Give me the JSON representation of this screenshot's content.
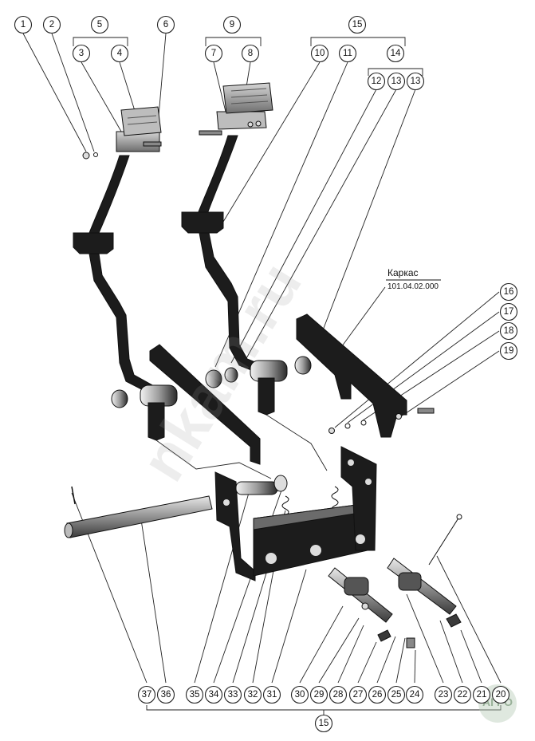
{
  "callouts": {
    "c1": "1",
    "c2": "2",
    "c5": "5",
    "c3": "3",
    "c4": "4",
    "c6": "6",
    "c9": "9",
    "c7": "7",
    "c8": "8",
    "c15top": "15",
    "c10": "10",
    "c11": "11",
    "c14": "14",
    "c12": "12",
    "c13a": "13",
    "c13b": "13",
    "c16": "16",
    "c17": "17",
    "c18": "18",
    "c19": "19",
    "c37": "37",
    "c36": "36",
    "c35": "35",
    "c34": "34",
    "c33": "33",
    "c32": "32",
    "c31": "31",
    "c30": "30",
    "c29": "29",
    "c28": "28",
    "c27": "27",
    "c26": "26",
    "c25": "25",
    "c24": "24",
    "c23": "23",
    "c22": "22",
    "c21": "21",
    "c20": "20",
    "c15bottom": "15"
  },
  "frame_label": {
    "name": "Каркас",
    "code": "101.04.02.000"
  },
  "watermark": {
    "diagonal_text": "nkam.ru",
    "corner_text": "АГРО"
  },
  "colors": {
    "part_dark": "#1c1c1c",
    "part_mid": "#6b6b6b",
    "part_light": "#d9d9d9",
    "line": "#222222"
  }
}
